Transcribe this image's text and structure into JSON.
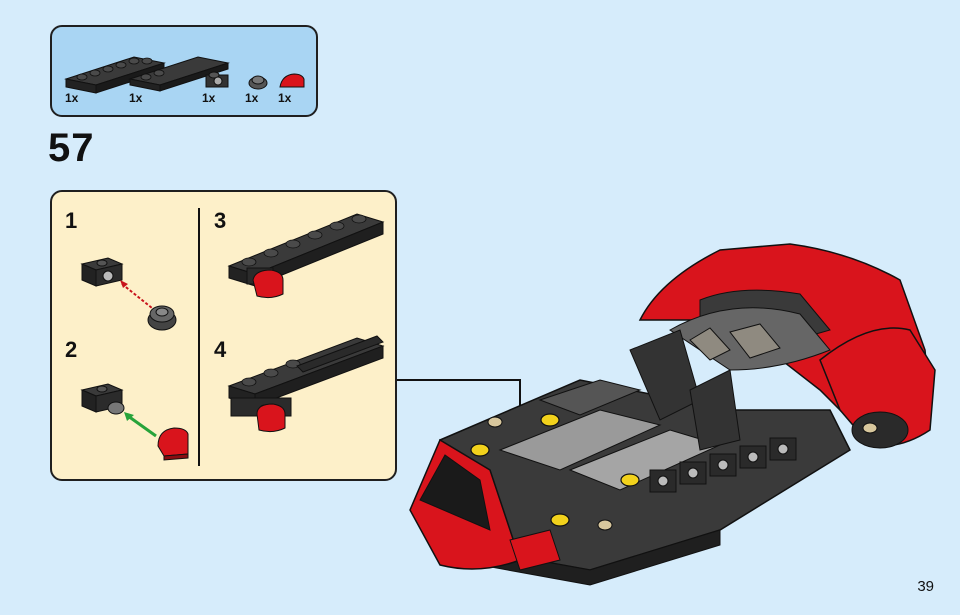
{
  "parts_list": {
    "items": [
      {
        "icon": "black-plate-1x6-icon",
        "quantity": "1x"
      },
      {
        "icon": "black-tile-plate-1x6-icon",
        "quantity": "1x"
      },
      {
        "icon": "black-bracket-plate-icon",
        "quantity": "1x"
      },
      {
        "icon": "dark-round-plate-icon",
        "quantity": "1x"
      },
      {
        "icon": "red-curved-slope-icon",
        "quantity": "1x"
      }
    ]
  },
  "step": {
    "number": "57"
  },
  "substeps": [
    {
      "number": "1"
    },
    {
      "number": "2"
    },
    {
      "number": "3"
    },
    {
      "number": "4"
    }
  ],
  "colors": {
    "background": "#d6ecfb",
    "parts_box": "#a9d5f3",
    "substep_box": "#fdf0c9",
    "brick_red": "#d9141c",
    "brick_black": "#2b2b2b",
    "arrow_red": "#c8141c",
    "arrow_green": "#27a33a"
  },
  "page": {
    "number": "39"
  }
}
